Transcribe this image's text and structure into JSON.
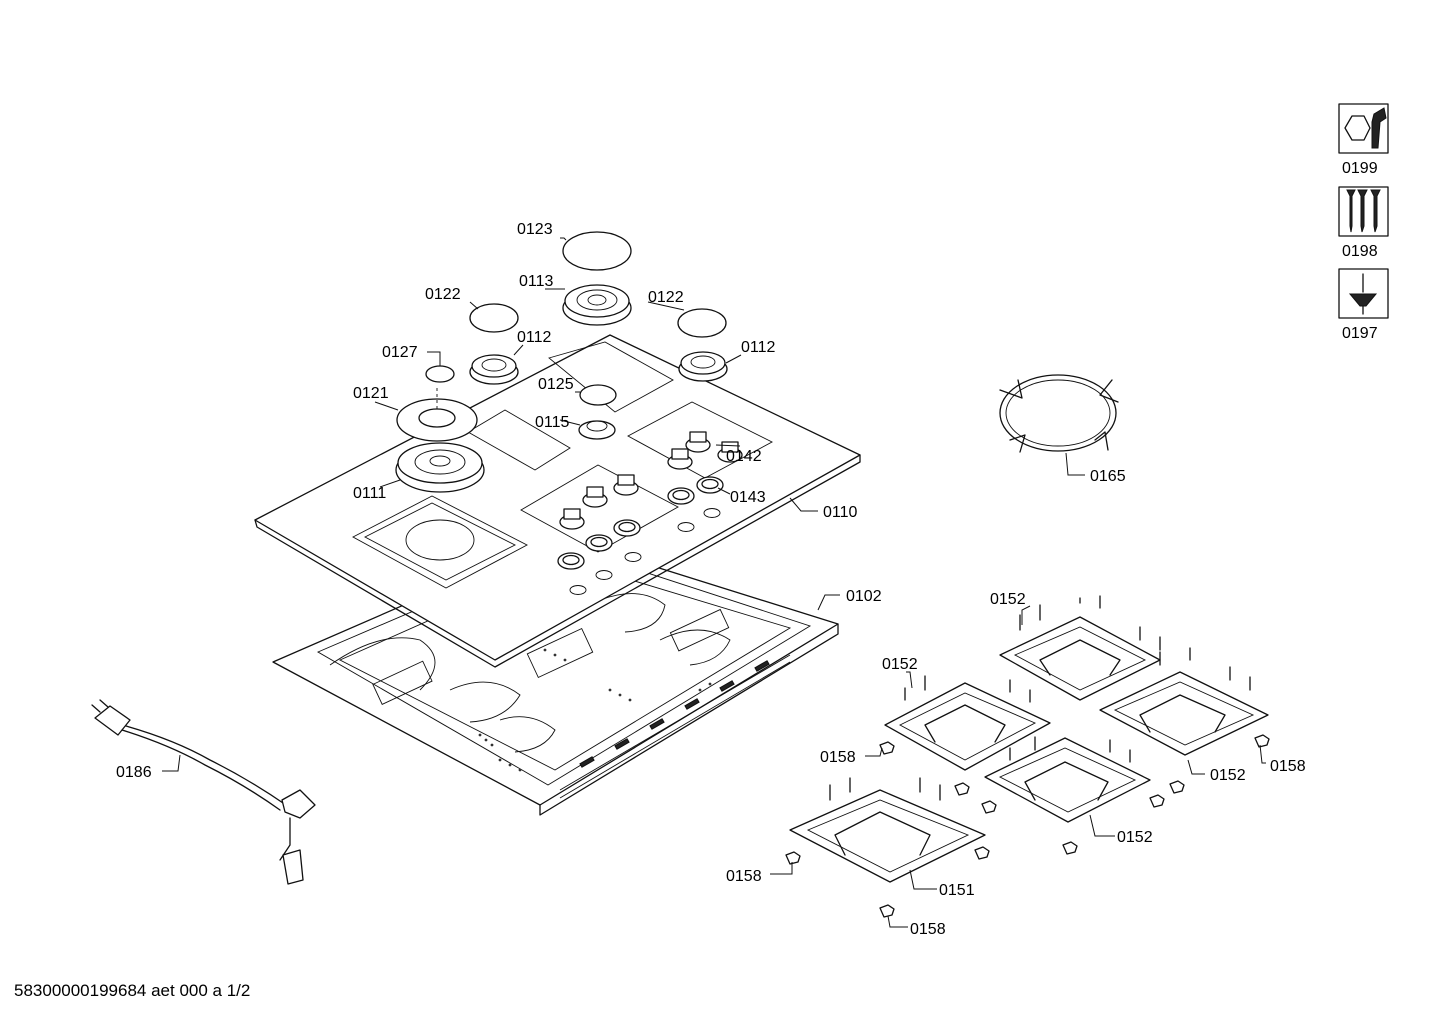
{
  "footer": {
    "document_code": "58300000199684 aet 000 a 1/2"
  },
  "callouts": {
    "c0123": "0123",
    "c0113": "0113",
    "c0122a": "0122",
    "c0122b": "0122",
    "c0112a": "0112",
    "c0112b": "0112",
    "c0127": "0127",
    "c0125": "0125",
    "c0121": "0121",
    "c0115": "0115",
    "c0142": "0142",
    "c0143": "0143",
    "c0111": "0111",
    "c0110": "0110",
    "c0102": "0102",
    "c0165": "0165",
    "c0152a": "0152",
    "c0152b": "0152",
    "c0152c": "0152",
    "c0152d": "0152",
    "c0158a": "0158",
    "c0158b": "0158",
    "c0158c": "0158",
    "c0158d": "0158",
    "c0151": "0151",
    "c0186": "0186",
    "c0199": "0199",
    "c0198": "0198",
    "c0197": "0197"
  },
  "icons": {
    "kit_0199": "nut-and-wrench-icon",
    "kit_0198": "screws-icon",
    "kit_0197": "grease-icon"
  }
}
